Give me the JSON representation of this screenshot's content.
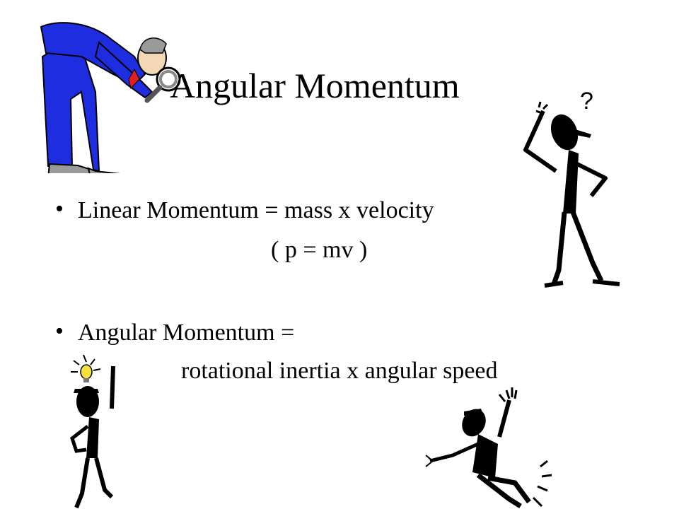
{
  "slide": {
    "title": "Angular Momentum",
    "bullets": [
      {
        "main": "Linear Momentum = mass x velocity",
        "sub": "( p = mv )"
      },
      {
        "main": "Angular Momentum =",
        "sub": "rotational inertia x angular speed"
      }
    ],
    "bullet_glyph": "•",
    "question_mark": "?",
    "colors": {
      "suit": "#1f2de0",
      "text": "#000000",
      "bulb": "#f5e23a"
    },
    "icons": [
      "detective-magnifier-icon",
      "confused-stick-figure-icon",
      "idea-stick-figure-icon",
      "falling-stick-figure-icon"
    ]
  }
}
